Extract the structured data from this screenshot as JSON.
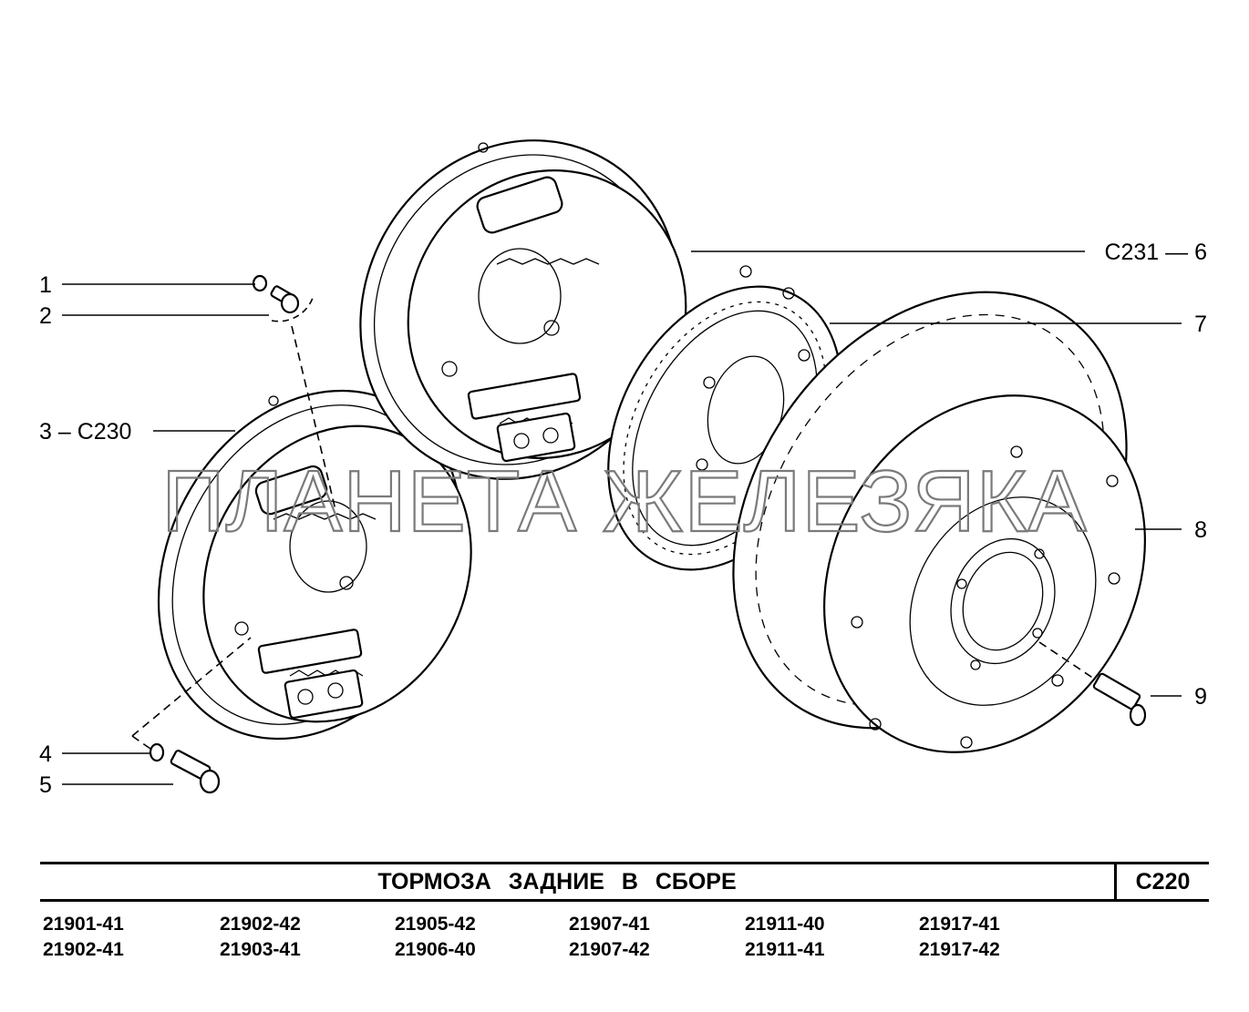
{
  "callouts": [
    {
      "id": "1",
      "text": "1"
    },
    {
      "id": "2",
      "text": "2"
    },
    {
      "id": "3",
      "text": "3 – С230"
    },
    {
      "id": "4",
      "text": "4"
    },
    {
      "id": "5",
      "text": "5"
    },
    {
      "id": "6",
      "text": "С231 — 6"
    },
    {
      "id": "7",
      "text": "7"
    },
    {
      "id": "8",
      "text": "8"
    },
    {
      "id": "9",
      "text": "9"
    }
  ],
  "watermark": "ПЛАНЕТА ЖЕЛЕЗЯКА",
  "title": "ТОРМОЗА ЗАДНИЕ В СБОРЕ",
  "code": "С220",
  "models": [
    [
      "21901-41",
      "21902-41"
    ],
    [
      "21902-42",
      "21903-41"
    ],
    [
      "21905-42",
      "21906-40"
    ],
    [
      "21907-41",
      "21907-42"
    ],
    [
      "21911-40",
      "21911-41"
    ],
    [
      "21917-41",
      "21917-42"
    ]
  ]
}
